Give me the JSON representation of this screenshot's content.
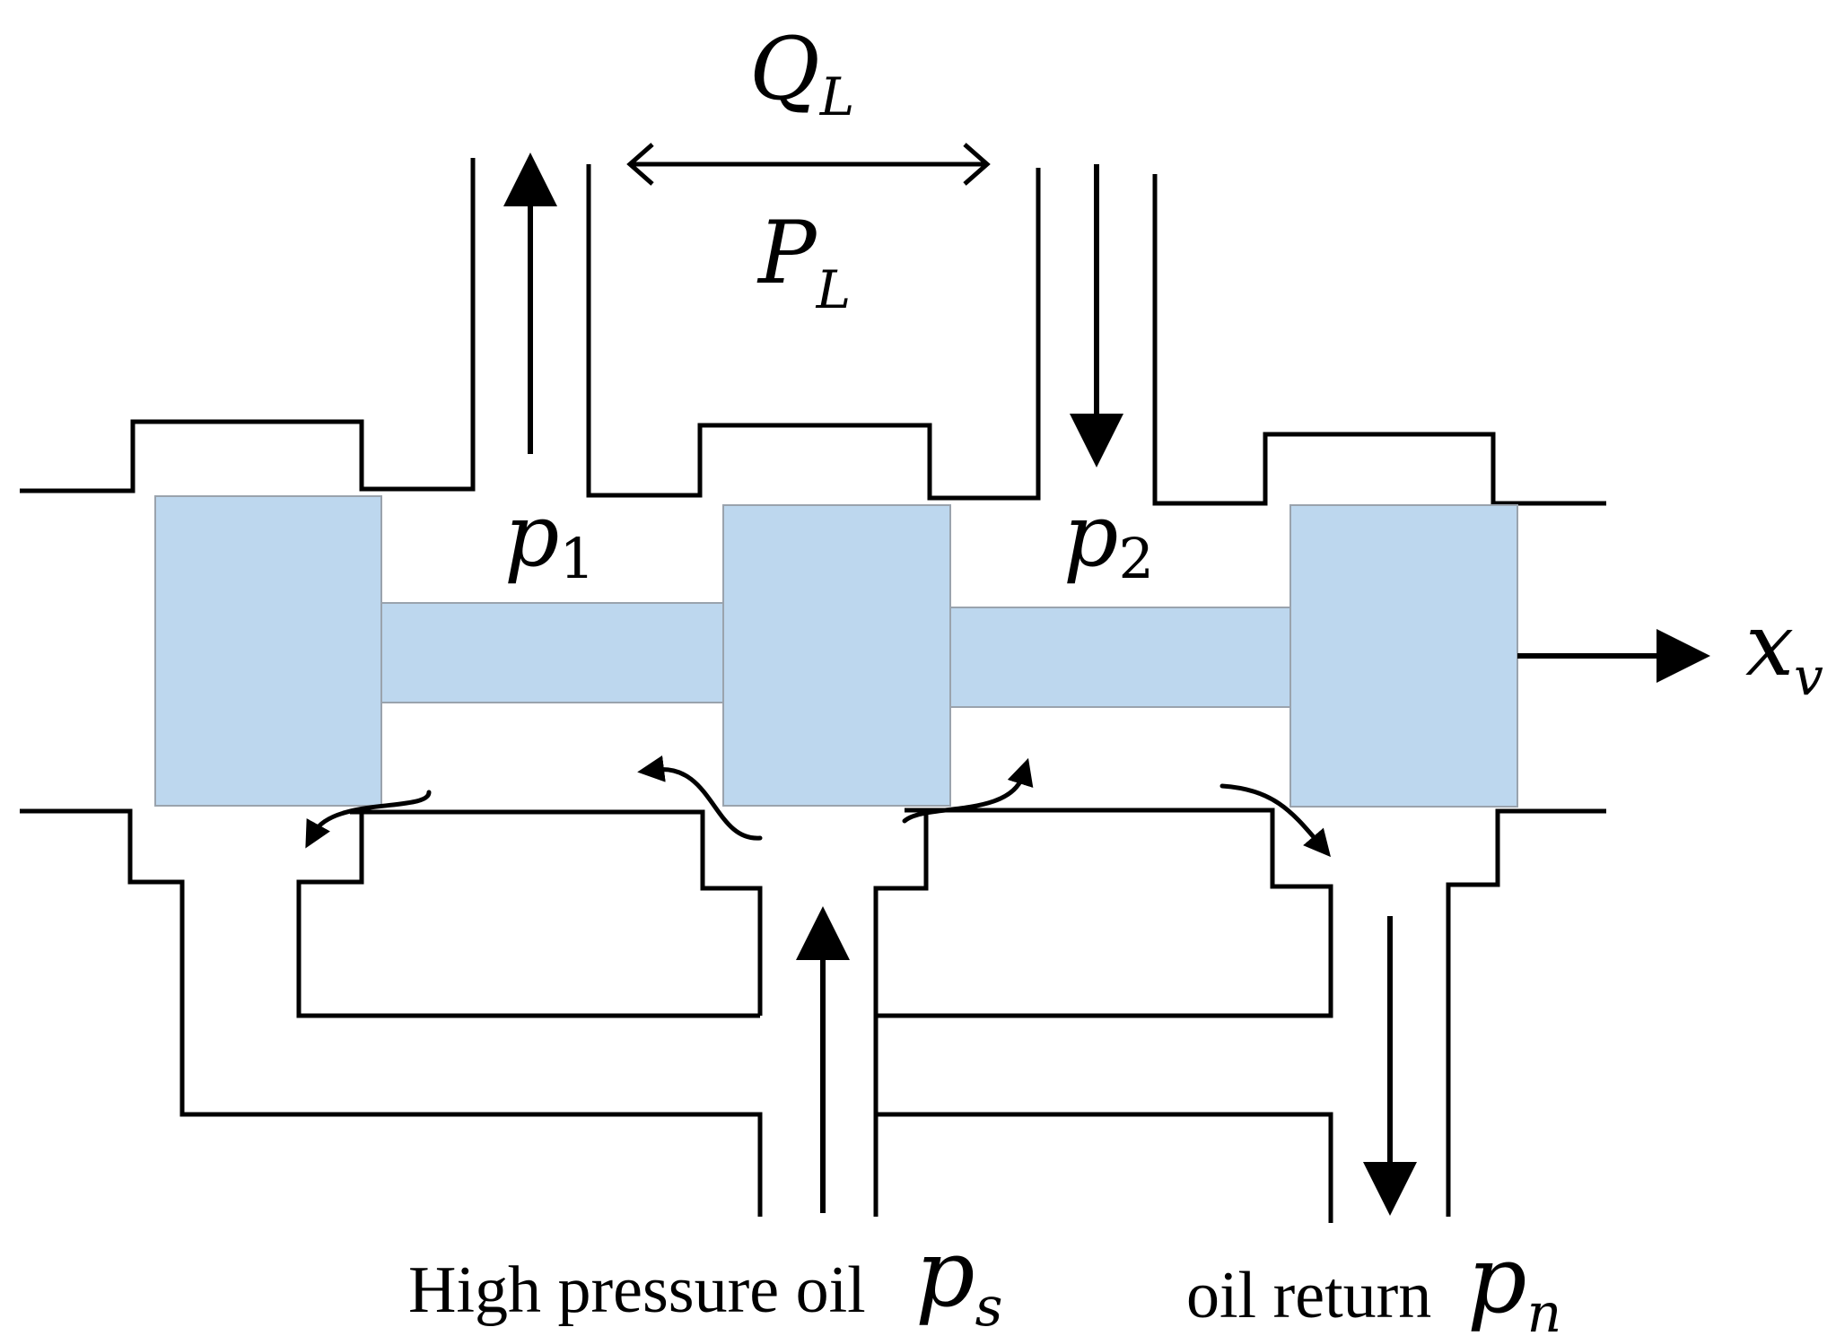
{
  "labels": {
    "flow_load": {
      "main": "Q",
      "sub": "L"
    },
    "pressure_load": {
      "main": "P",
      "sub": "L"
    },
    "chamber_1": {
      "main": "p",
      "sub": "1"
    },
    "chamber_2": {
      "main": "p",
      "sub": "2"
    },
    "displacement": {
      "main": "x",
      "sub": "v"
    },
    "supply": {
      "text": "High pressure oil",
      "main": "p",
      "sub": "s"
    },
    "return": {
      "text": "oil return",
      "main": "p",
      "sub": "n"
    }
  },
  "colors": {
    "spool": "#bdd7ee",
    "line": "#000000"
  }
}
